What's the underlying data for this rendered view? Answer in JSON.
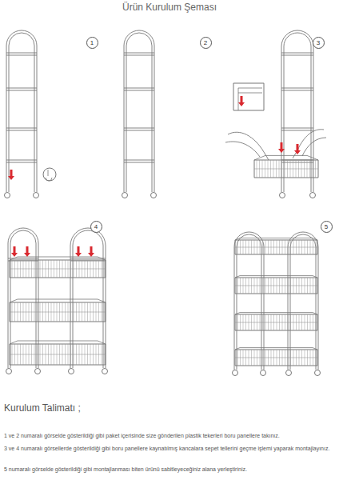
{
  "diagram": {
    "title": "Ürün Kurulum Şeması",
    "nodes": [
      {
        "text": [
          "1"
        ]
      },
      {
        "text": [
          "2"
        ]
      },
      {
        "text": [
          "3"
        ]
      },
      {
        "text": [
          "4"
        ]
      },
      {
        "text": [
          "5"
        ]
      }
    ],
    "labels": [
      "Kurulum Talimatı ;",
      "1 ve 2 numaralı görselde gösterildiği gibi paket içerisinde size gönderilen plastik tekerleri boru panellere takınız.",
      "3 ve 4 numaralı görsellerde gösterildiği gibi boru panellere kaynatılmış kancalara sepet tellerini geçme işlemi yaparak montajlayınız.",
      "5 numaralı görselde gösterildiği gibi montajlanması biten ürünü sabitleyeceğiniz alana yerleştiriniz."
    ]
  }
}
